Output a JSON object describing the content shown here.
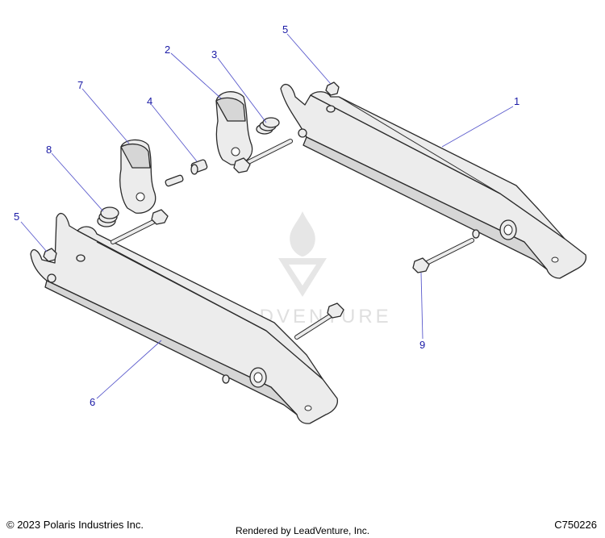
{
  "callouts": [
    {
      "id": "1",
      "label": "1"
    },
    {
      "id": "2",
      "label": "2"
    },
    {
      "id": "3",
      "label": "3"
    },
    {
      "id": "4",
      "label": "4"
    },
    {
      "id": "5a",
      "label": "5"
    },
    {
      "id": "5b",
      "label": "5"
    },
    {
      "id": "6",
      "label": "6"
    },
    {
      "id": "7",
      "label": "7"
    },
    {
      "id": "8",
      "label": "8"
    },
    {
      "id": "9",
      "label": "9"
    }
  ],
  "watermark": {
    "text": "LEADVENTURE"
  },
  "footer": {
    "copyright": "© 2023 Polaris Industries Inc.",
    "rendered_by": "Rendered by LeadVenture, Inc.",
    "code": "C750226"
  },
  "colors": {
    "callout": "#1a1aa6",
    "leader": "#5a5acc",
    "part_fill": "#ececec",
    "outline": "#2a2a2a"
  }
}
